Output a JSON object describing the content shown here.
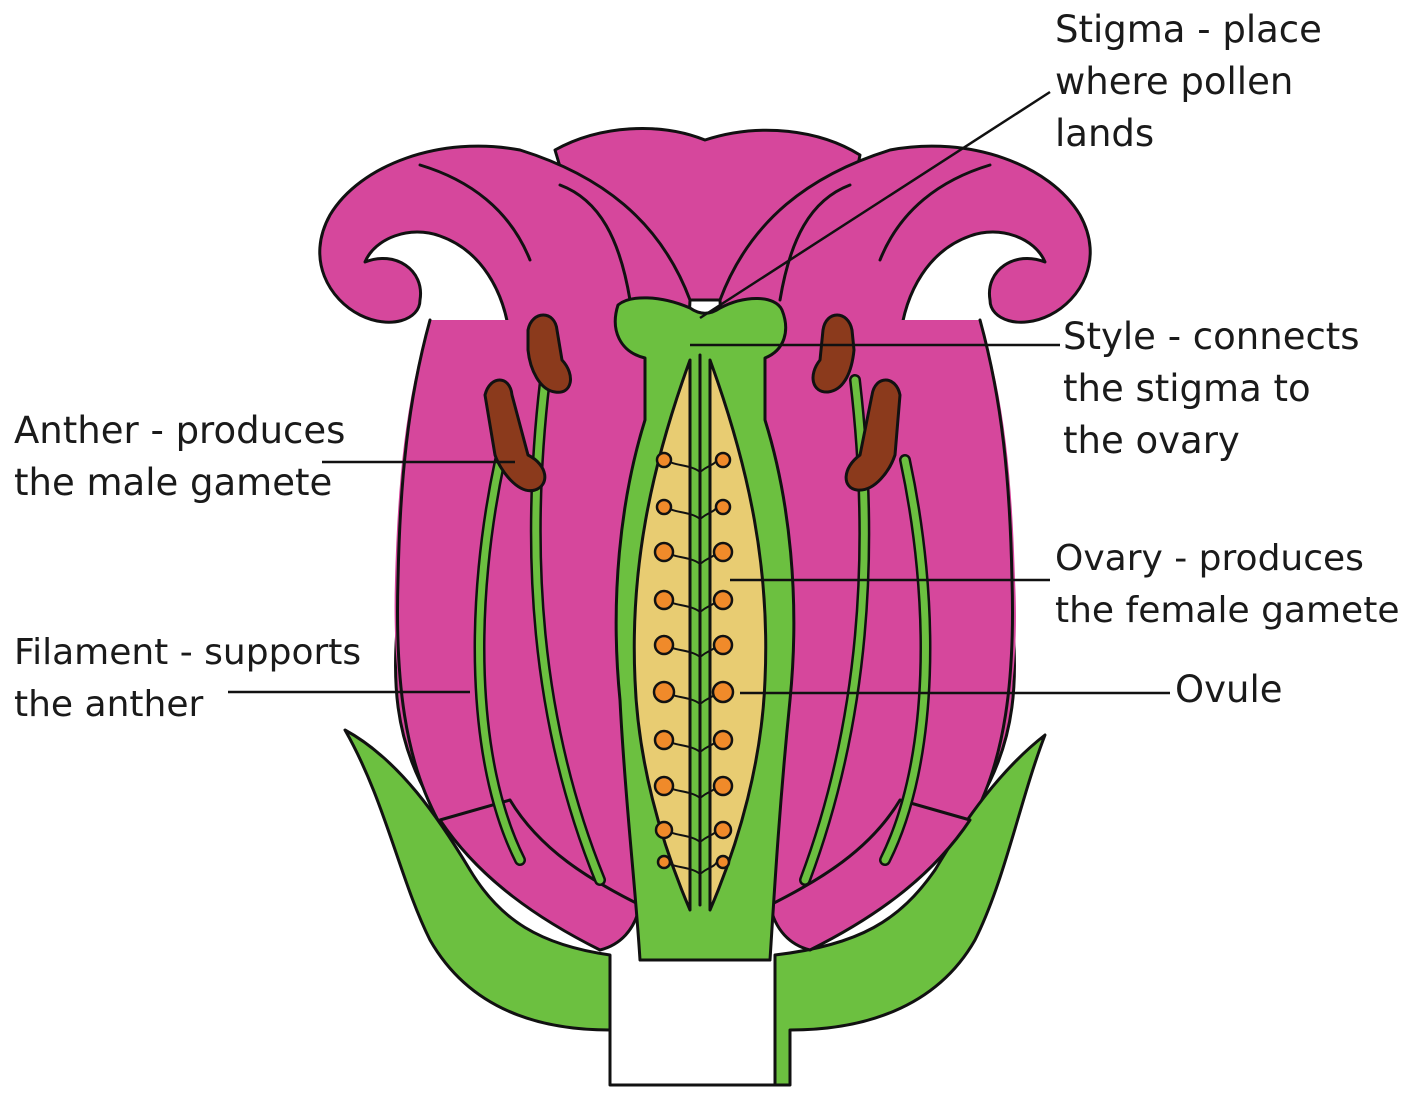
{
  "labels": {
    "stigma": [
      "Stigma - place",
      "where pollen",
      "lands"
    ],
    "style": [
      "Style - connects",
      "the stigma to",
      "the ovary"
    ],
    "anther": [
      "Anther - produces",
      "the male gamete"
    ],
    "ovary": [
      "Ovary - produces",
      "the female gamete"
    ],
    "filament": [
      "Filament - supports",
      "the anther"
    ],
    "ovule": [
      "Ovule"
    ]
  },
  "colors": {
    "petal": "#d6479c",
    "green": "#6cc040",
    "ovary_fill": "#e8cc72",
    "ovule": "#f08a2a",
    "anther": "#8b3a1c",
    "outline": "#111111"
  }
}
